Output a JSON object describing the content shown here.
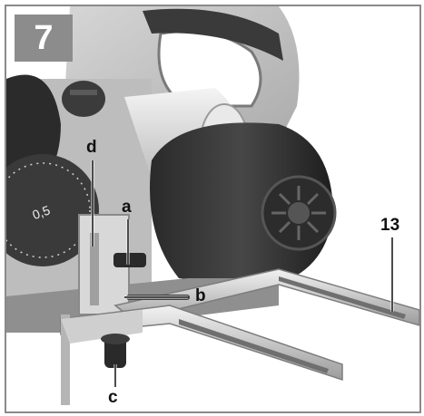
{
  "figure": {
    "number": "7",
    "badge_color": "#8c8c8c",
    "frame_color": "#8a8a8a"
  },
  "callouts": {
    "a": "a",
    "b": "b",
    "c": "c",
    "d": "d",
    "n13": "13"
  },
  "dial": {
    "scale_label": "0,5"
  }
}
